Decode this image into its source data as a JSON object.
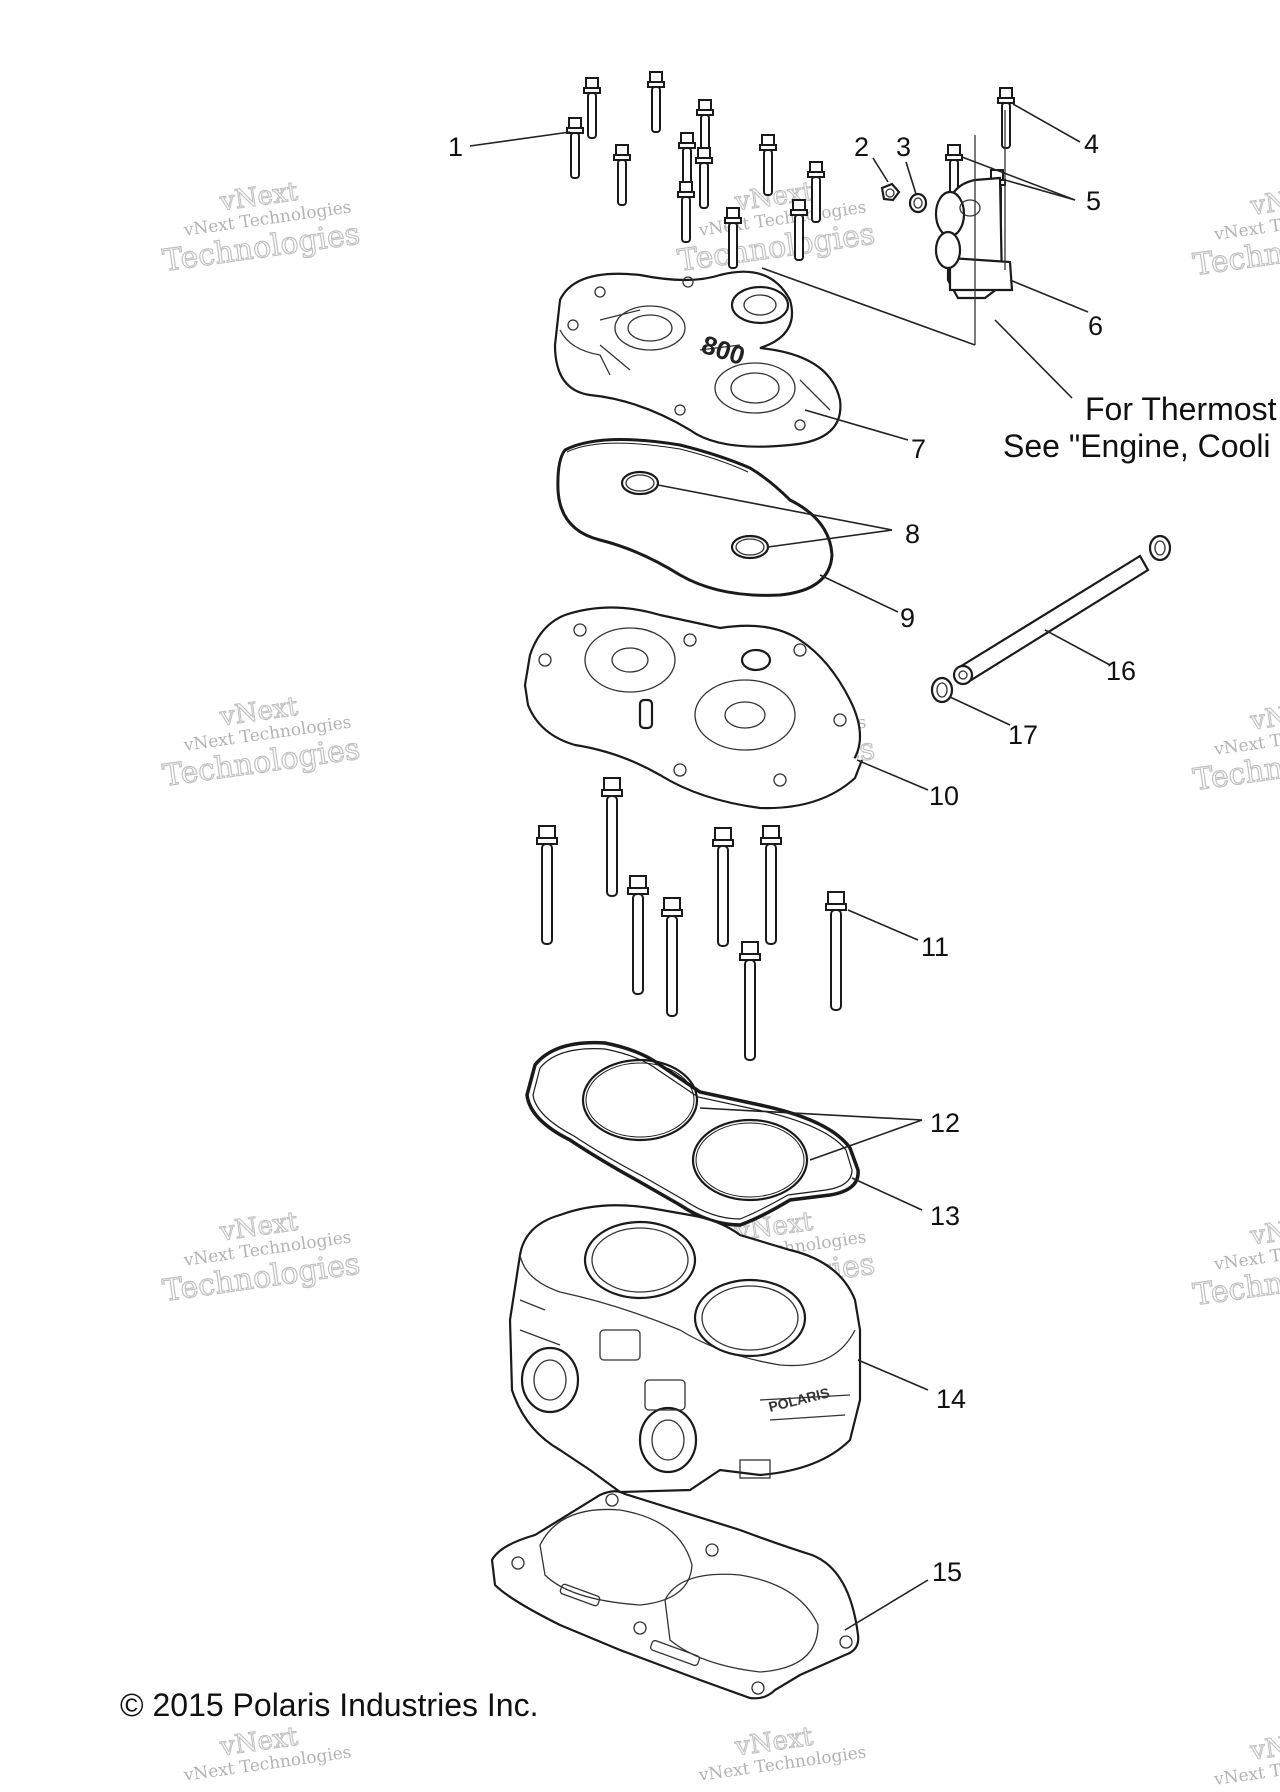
{
  "diagram": {
    "callouts": [
      "1",
      "2",
      "3",
      "4",
      "5",
      "6",
      "7",
      "8",
      "9",
      "10",
      "11",
      "12",
      "13",
      "14",
      "15",
      "16",
      "17"
    ],
    "note_line1": "For Thermost",
    "note_line2": "See \"Engine, Cooli",
    "copyright": "© 2015 Polaris Industries Inc.",
    "watermark_line1": "vNext",
    "watermark_line2": "vNext Technologies",
    "watermark_line3": "Technologies",
    "watermark_right1": "vNext",
    "watermark_right2": "vNext Te",
    "watermark_right3": "Techno"
  }
}
